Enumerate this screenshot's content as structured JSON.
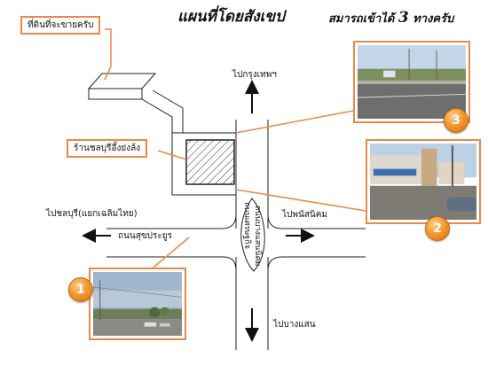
{
  "title": "แผนที่โดยสังเขป",
  "subtitle": {
    "prefix": "สมารถเข้าได้",
    "number": "3",
    "suffix": "ทางครับ"
  },
  "labels": {
    "land_for_sale": "ที่ดินที่จะขายครับ",
    "shop": "ร้านชลบุรีอึ้งย่งล้ง",
    "to_bangkok": "ไปกรุงเทพฯ",
    "to_chonburi": "ไปชลบุรี(แยกเฉลิมไทย)",
    "to_phanat_nikhom": "ไปพนัสนิคม",
    "to_bang_saen": "ไปบางแสน",
    "road_sukhprayoon": "ถนนสุขประยูร",
    "road_vertical_1": "ถนนเศรษฐกิจ",
    "road_vertical_2": "ถนนบางแสนนิคม"
  },
  "photos": [
    {
      "badge": "1",
      "alt": "roadside photo 1"
    },
    {
      "badge": "2",
      "alt": "roadside photo 2"
    },
    {
      "badge": "3",
      "alt": "roadside photo 3"
    }
  ],
  "colors": {
    "callout_border": "#e8894a",
    "badge": "#f39a2e",
    "road_line": "#222222",
    "arrow": "#111111"
  }
}
